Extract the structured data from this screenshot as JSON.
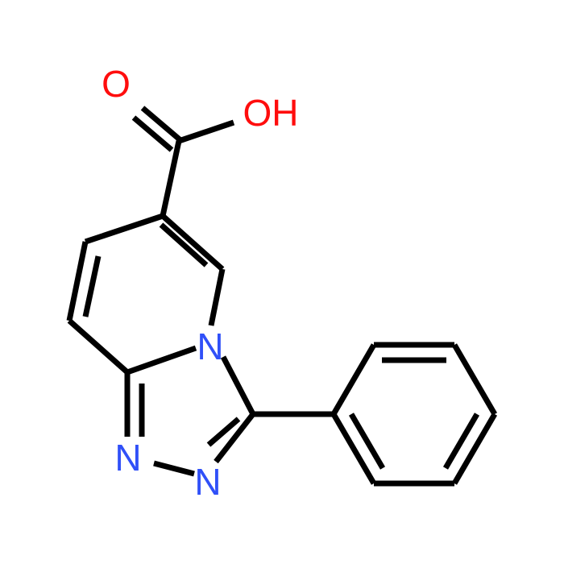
{
  "molecule": {
    "atoms": {
      "carbonyl_o": {
        "text": "O"
      },
      "hydroxyl": {
        "text": "OH"
      },
      "n_bridge": {
        "text": "N"
      },
      "n1": {
        "text": "N"
      },
      "n2": {
        "text": "N"
      }
    },
    "colors": {
      "bond": "#000000",
      "oxygen": "#ff0d0d",
      "nitrogen": "#3050f8"
    }
  }
}
